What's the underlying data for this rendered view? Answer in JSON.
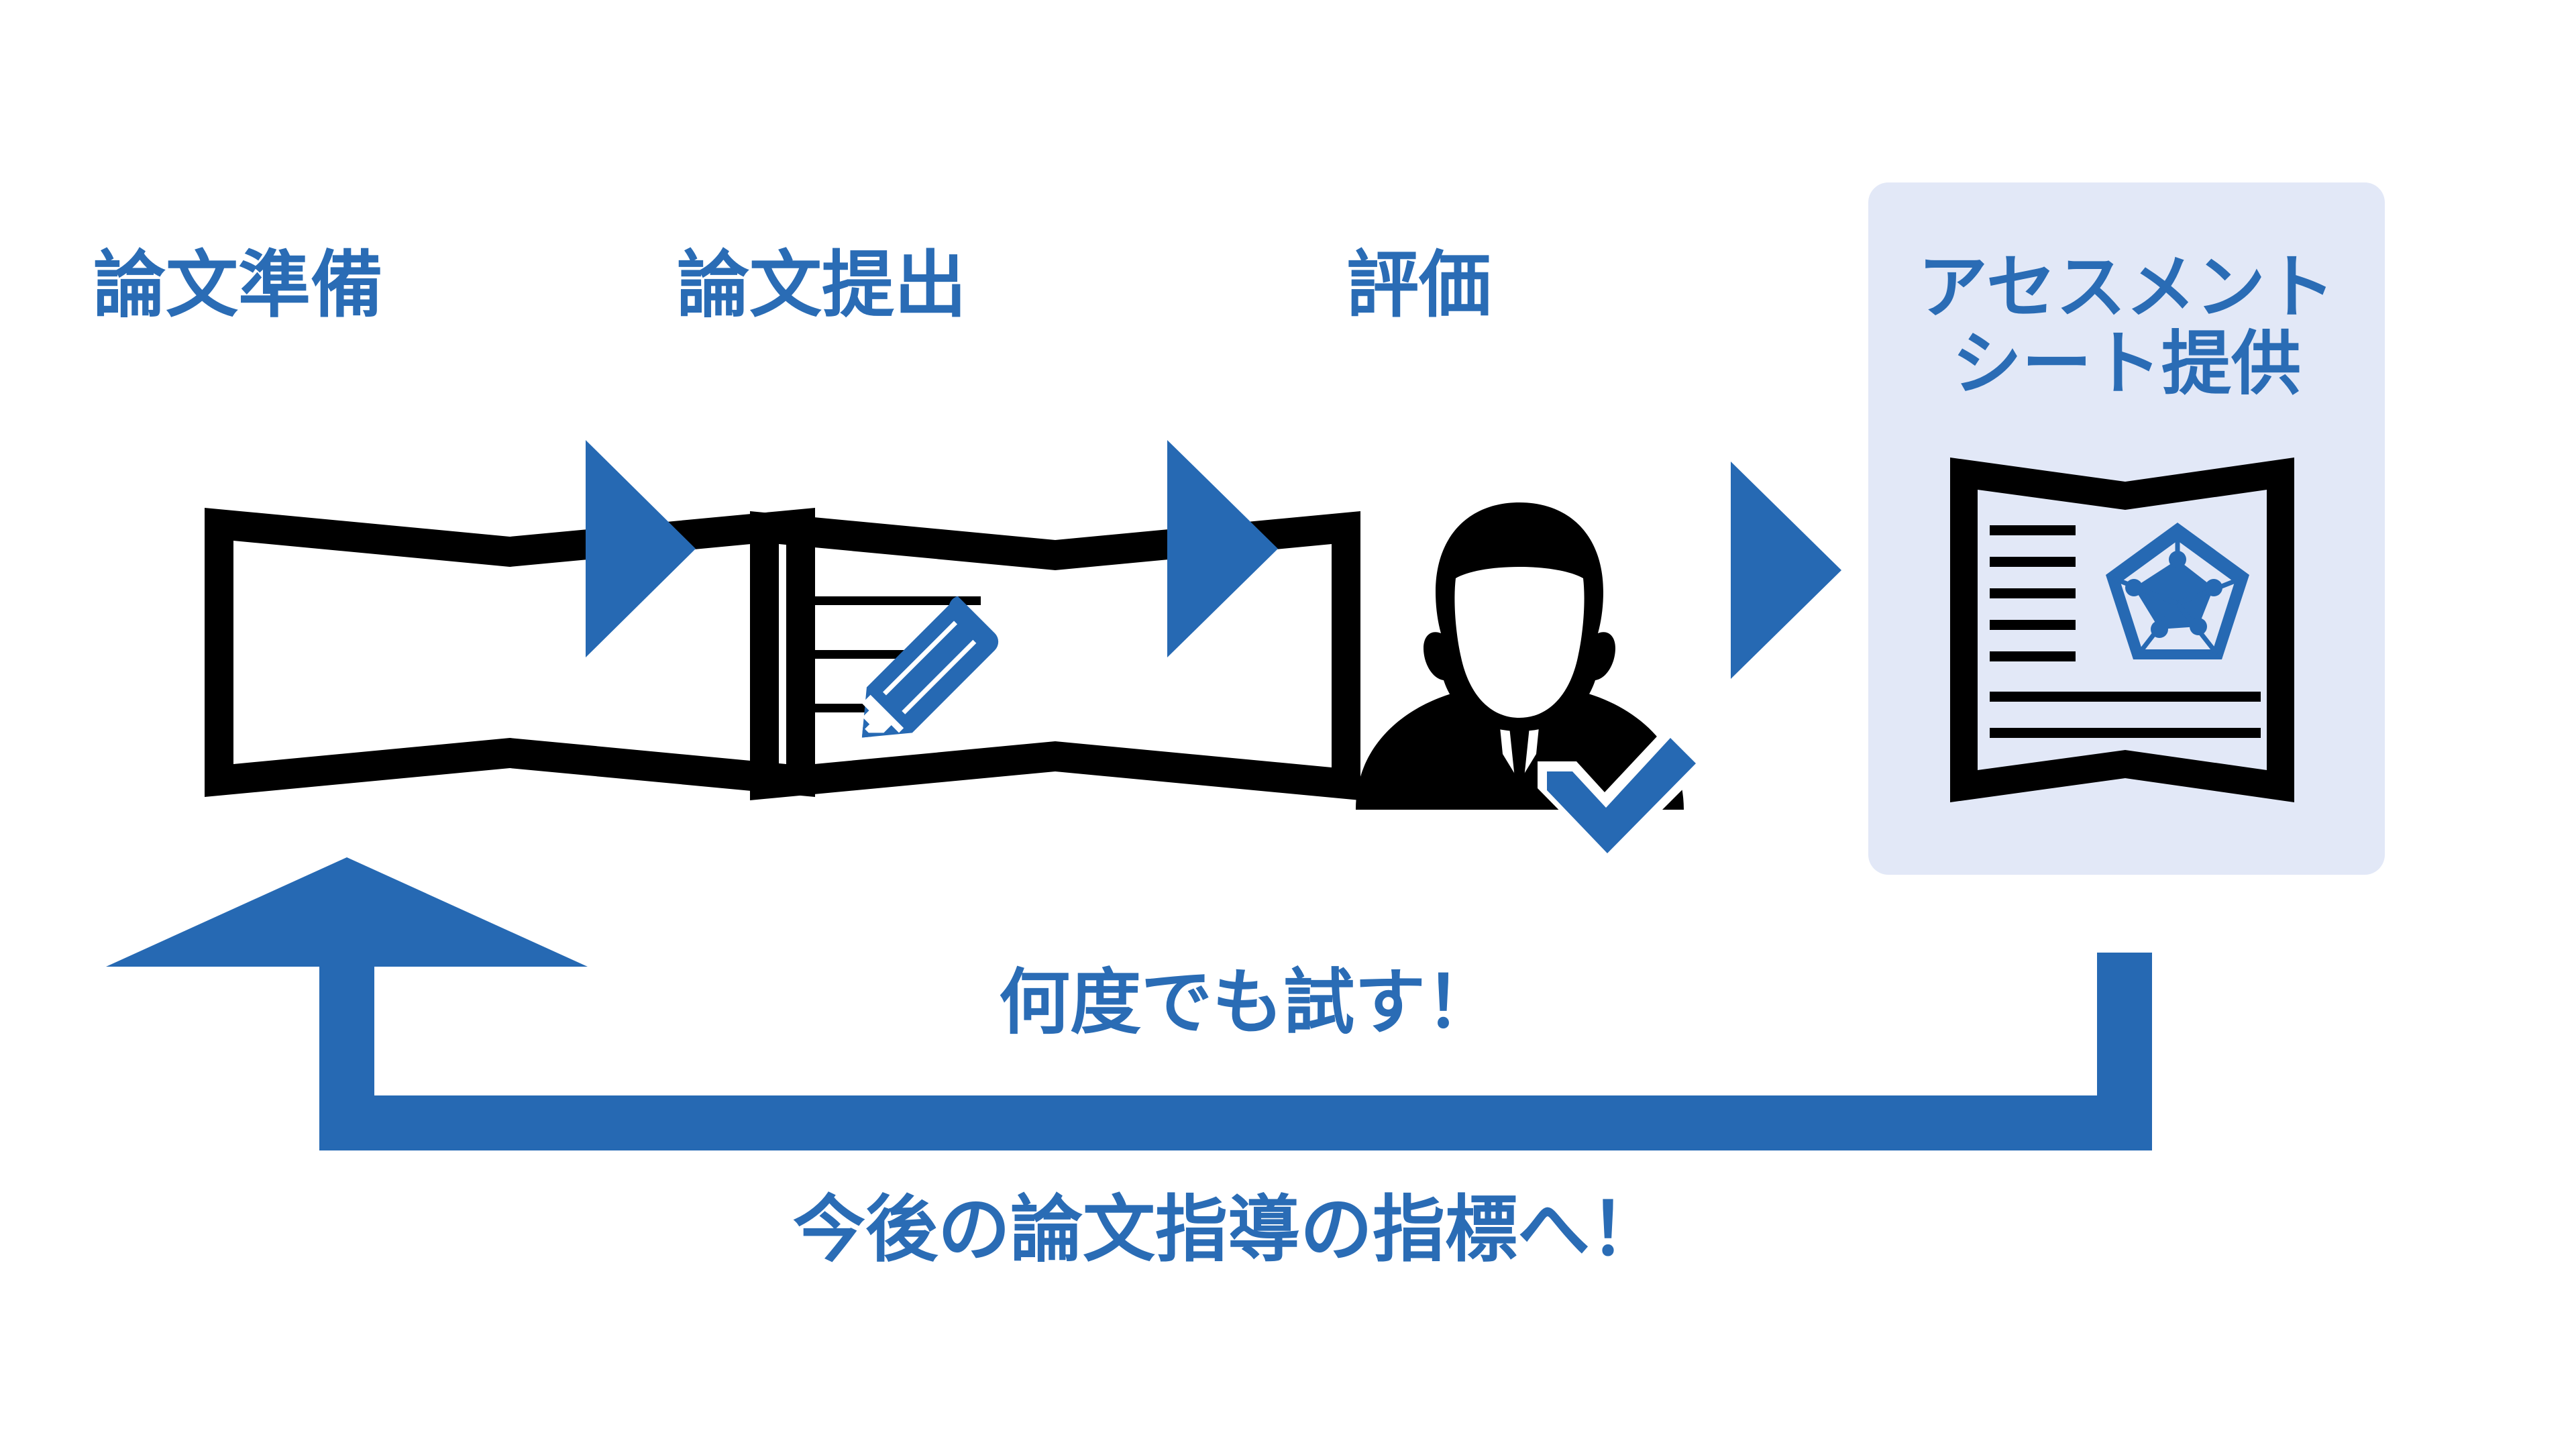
{
  "colors": {
    "accent_blue": "#2a6cb5",
    "arrow_blue": "#2669b3",
    "card_background": "#e2e8f7",
    "icon_black": "#000000",
    "page_background": "#ffffff"
  },
  "steps": [
    {
      "label": "論文準備",
      "icon": "blank-paper-icon"
    },
    {
      "label": "論文提出",
      "icon": "paper-with-pencil-icon"
    },
    {
      "label": "評価",
      "icon": "person-with-check-icon"
    },
    {
      "label": "アセスメント\nシート提供",
      "icon": "assessment-sheet-icon",
      "highlighted": true
    }
  ],
  "arrows": [
    {
      "name": "flow-arrow-1",
      "direction": "right"
    },
    {
      "name": "flow-arrow-2",
      "direction": "right"
    },
    {
      "name": "flow-arrow-3",
      "direction": "right"
    }
  ],
  "feedback_loop": {
    "caption": "何度でも試す！",
    "direction": "right-to-left-up"
  },
  "footer": {
    "caption": "今後の論文指導の指標へ！"
  },
  "assessment_sheet": {
    "short_line_count": 5,
    "long_line_count": 2,
    "chart_icon": "pentagon-radar-chart-icon"
  },
  "submitted_paper": {
    "line_count": 3,
    "pencil": "pencil-icon"
  }
}
